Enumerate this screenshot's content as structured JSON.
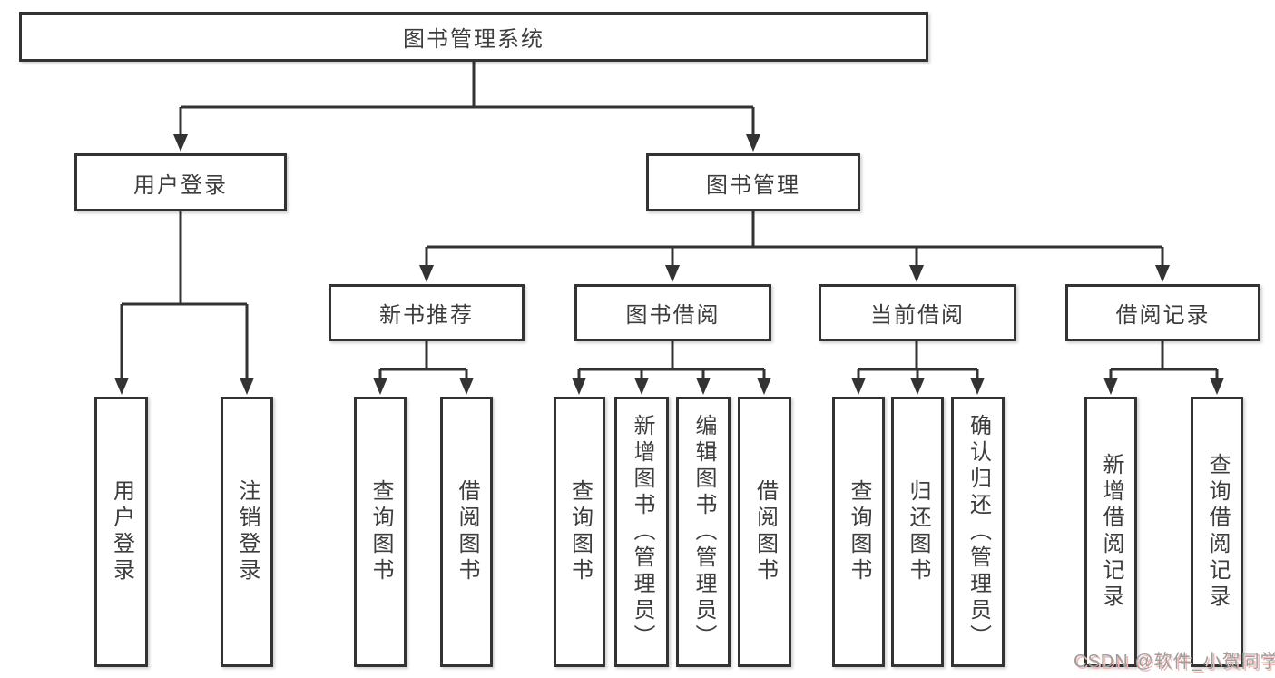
{
  "diagram": {
    "root": {
      "label": "图书管理系统"
    },
    "branches": [
      {
        "label": "用户登录",
        "children": [
          {
            "label": "用户登录"
          },
          {
            "label": "注销登录"
          }
        ]
      },
      {
        "label": "图书管理",
        "children": [
          {
            "label": "新书推荐",
            "children": [
              {
                "label": "查询图书"
              },
              {
                "label": "借阅图书"
              }
            ]
          },
          {
            "label": "图书借阅",
            "children": [
              {
                "label": "查询图书"
              },
              {
                "label": "新增图书（管理员）"
              },
              {
                "label": "编辑图书（管理员）"
              },
              {
                "label": "借阅图书"
              }
            ]
          },
          {
            "label": "当前借阅",
            "children": [
              {
                "label": "查询图书"
              },
              {
                "label": "归还图书"
              },
              {
                "label": "确认归还（管理员）"
              }
            ]
          },
          {
            "label": "借阅记录",
            "children": [
              {
                "label": "新增借阅记录"
              },
              {
                "label": "查询借阅记录"
              }
            ]
          }
        ]
      }
    ]
  },
  "watermark": {
    "text": "CSDN @软件_小贺同学"
  },
  "colors": {
    "line": "#333333",
    "box_border": "#333333",
    "text": "#3d3d3d",
    "background": "#ffffff",
    "watermark_gray": "#9e9e9e",
    "watermark_shadow": "#f2b8b4"
  }
}
